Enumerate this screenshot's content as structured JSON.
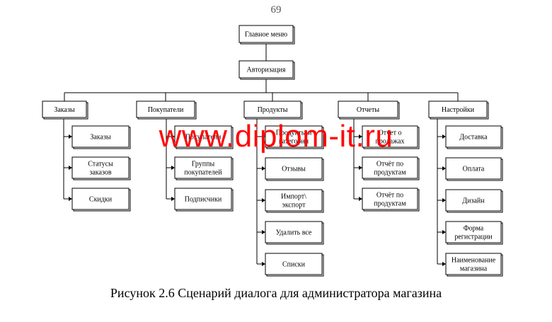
{
  "page_number": "69",
  "watermark": "www.diplom-it.ru",
  "caption": "Рисунок 2.6 Сценарий диалога для администратора магазина",
  "diagram": {
    "root": "Главное меню",
    "auth": "Авторизация",
    "categories": [
      {
        "label": "Заказы",
        "children": [
          "Заказы",
          "Статусы заказов",
          "Скидки"
        ]
      },
      {
        "label": "Покупатели",
        "children": [
          "Покупатели",
          "Группы покупателей",
          "Подписчики"
        ]
      },
      {
        "label": "Продукты",
        "children": [
          "Продукты и категории",
          "Отзывы",
          "Импорт\\ экспорт",
          "Удалить все",
          "Списки"
        ]
      },
      {
        "label": "Отчеты",
        "children": [
          "Отчет о продажах",
          "Отчёт по продуктам",
          "Отчёт по продуктам"
        ]
      },
      {
        "label": "Настройки",
        "children": [
          "Доставка",
          "Оплата",
          "Дизайн",
          "Форма регистрации",
          "Наименование магазина"
        ]
      }
    ]
  }
}
